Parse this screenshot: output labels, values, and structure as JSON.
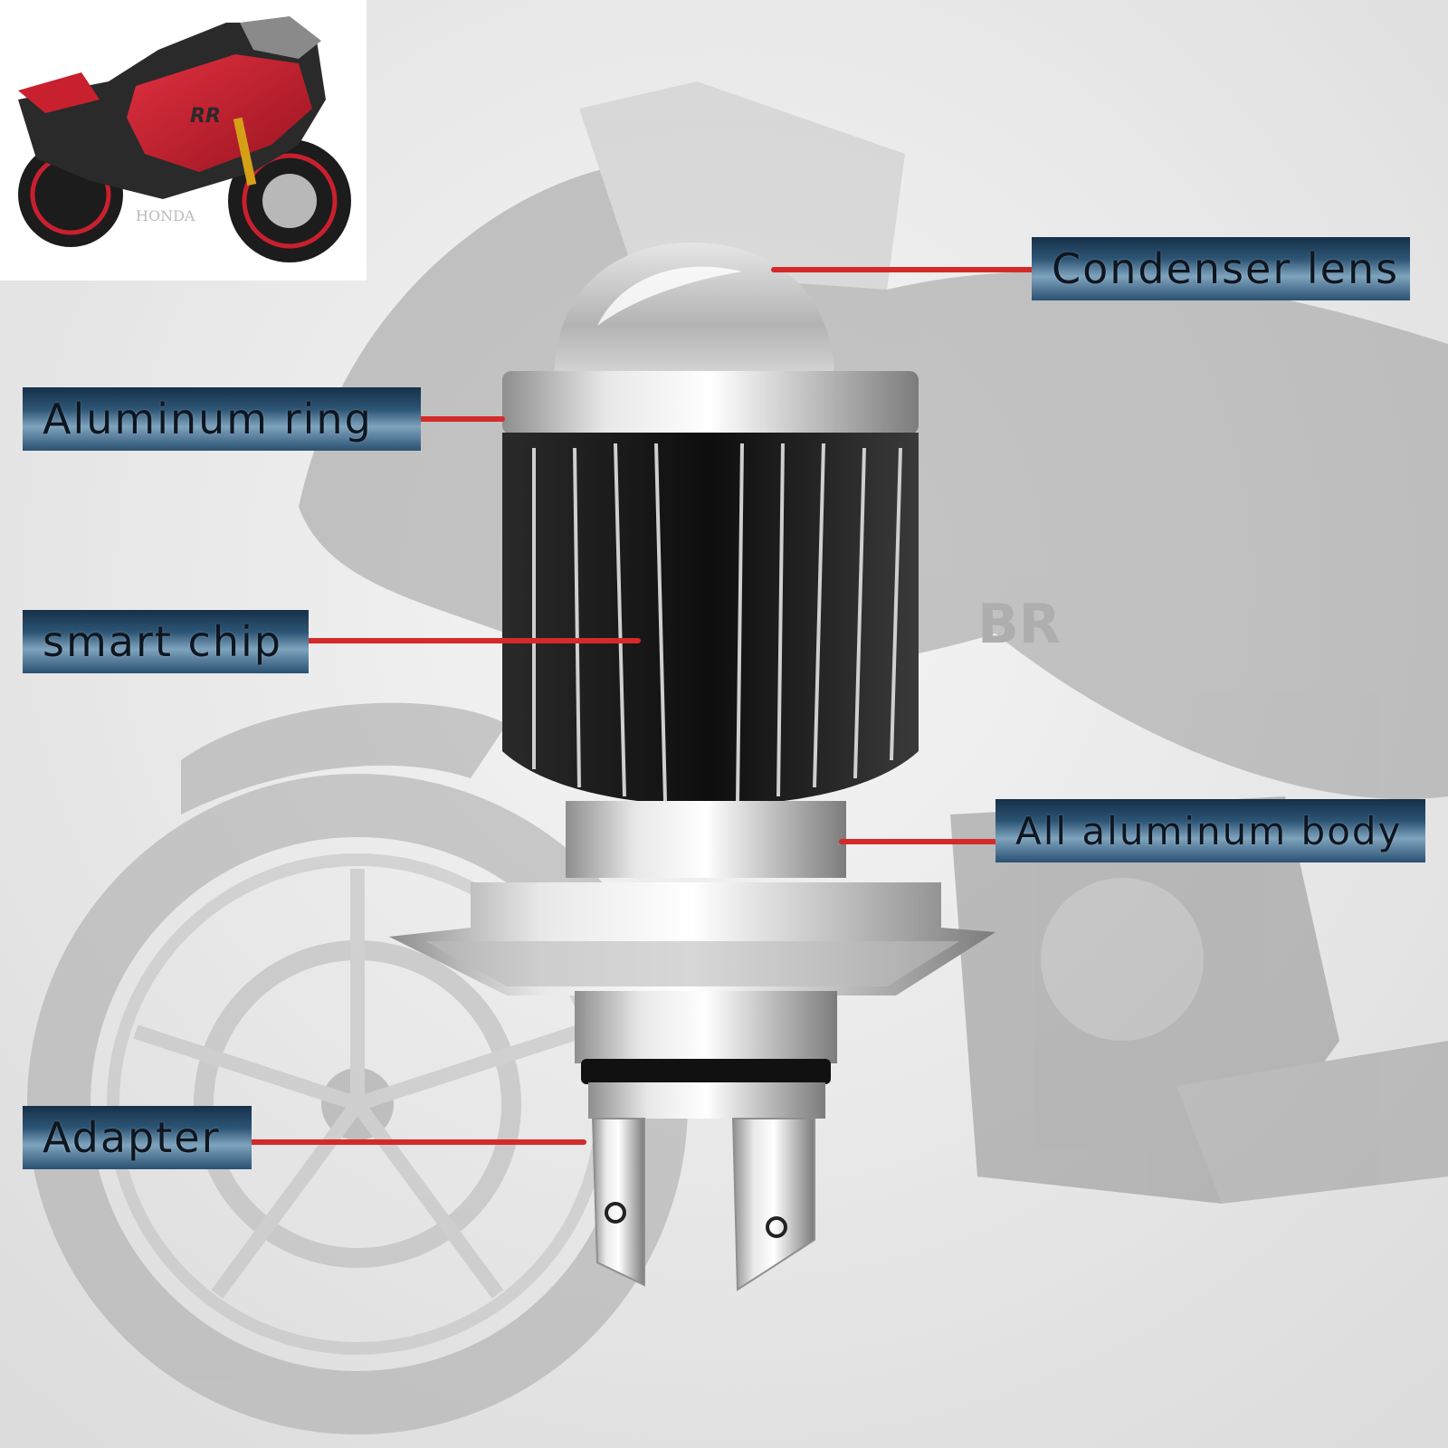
{
  "labels": {
    "condenser_lens": "Condenser lens",
    "aluminum_ring": "Aluminum ring",
    "smart_chip": "smart chip",
    "all_aluminum_body": "All aluminum body",
    "adapter": "Adapter"
  },
  "thumbnail": {
    "brand_text": "HONDA",
    "badge_text": "RR"
  },
  "background": {
    "tank_text": "BR"
  },
  "colors": {
    "leader_line": "#d42a2a",
    "label_dark": "#163049",
    "label_light": "#7ea3bd",
    "bike_red": "#c8202e"
  }
}
